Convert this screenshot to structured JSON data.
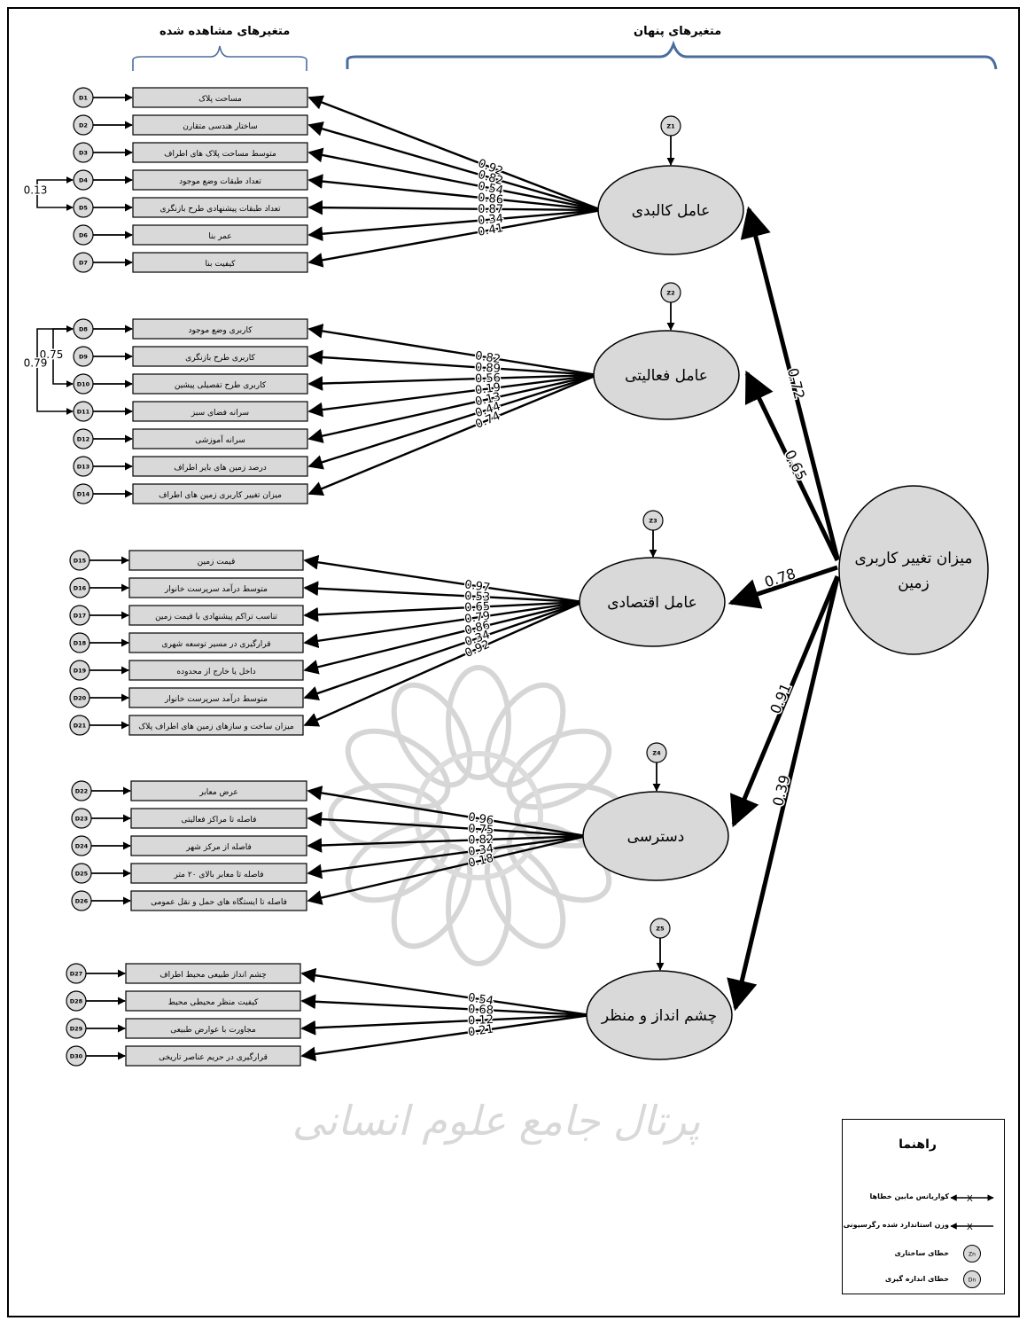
{
  "headers": {
    "observed": "متغیرهای مشاهده شده",
    "latent": "متغیرهای پنهان"
  },
  "central": {
    "line1": "میزان تغییر کاربری",
    "line2": "زمین"
  },
  "factors": [
    {
      "name": "عامل کالبدی",
      "z": "Z1",
      "path": "0.72",
      "boxes": [
        "مساحت پلاک",
        "ساختار هندسی متقارن",
        "متوسط مساحت پلاک های اطراف",
        "تعداد طبقات وضع موجود",
        "تعداد طبقات پیشنهادی طرح بازنگری",
        "عمر بنا",
        "کیفیت بنا"
      ],
      "loadings": [
        "0.92",
        "0.82",
        "0.54",
        "0.86",
        "0.87",
        "0.34",
        "0.41"
      ],
      "errors": [
        "D1",
        "D2",
        "D3",
        "D4",
        "D5",
        "D6",
        "D7"
      ]
    },
    {
      "name": "عامل فعالیتی",
      "z": "Z2",
      "path": "0.65",
      "boxes": [
        "کاربری وضع موجود",
        "کاربری طرح بازنگری",
        "کاربری طرح تفصیلی پیشین",
        "سرانه فضای سبز",
        "سرانه آموزشی",
        "درصد زمین های بایر اطراف",
        "میزان تغییر کاربری زمین های اطراف"
      ],
      "loadings": [
        "0.82",
        "0.89",
        "0.56",
        "0.19",
        "0.13",
        "0.44",
        "0.74"
      ],
      "errors": [
        "D8",
        "D9",
        "D10",
        "D11",
        "D12",
        "D13",
        "D14"
      ]
    },
    {
      "name": "عامل اقتصادی",
      "z": "Z3",
      "path": "0.78",
      "boxes": [
        "قیمت زمین",
        "متوسط درآمد سرپرست خانوار",
        "تناسب تراکم پیشنهادی با قیمت زمین",
        "قرارگیری در مسیر توسعه شهری",
        "داخل یا خارج از محدوده",
        "متوسط درآمد سرپرست خانوار",
        "میزان ساخت و سازهای زمین های اطراف پلاک"
      ],
      "loadings": [
        "0.97",
        "0.53",
        "0.65",
        "0.79",
        "0.86",
        "0.34",
        "0.92"
      ],
      "errors": [
        "D15",
        "D16",
        "D17",
        "D18",
        "D19",
        "D20",
        "D21"
      ]
    },
    {
      "name": "دسترسی",
      "z": "Z4",
      "path": "0.91",
      "boxes": [
        "عرض معابر",
        "فاصله تا مراکز فعالیتی",
        "فاصله از مرکز شهر",
        "فاصله تا معابر بالای ۲۰ متر",
        "فاصله تا ایستگاه های حمل و نقل عمومی"
      ],
      "loadings": [
        "0.96",
        "0.75",
        "0.82",
        "0.34",
        "0.18"
      ],
      "errors": [
        "D22",
        "D23",
        "D24",
        "D25",
        "D26"
      ]
    },
    {
      "name": "چشم انداز و منظر",
      "z": "Z5",
      "path": "0.39",
      "boxes": [
        "چشم انداز طبیعی محیط اطراف",
        "کیفیت منظر محیطی محیط",
        "مجاورت با عوارض طبیعی",
        "قرارگیری در حریم عناصر تاریخی"
      ],
      "loadings": [
        "0.54",
        "0.68",
        "0.12",
        "0.21"
      ],
      "errors": [
        "D27",
        "D28",
        "D29",
        "D30"
      ]
    }
  ],
  "covariances": [
    {
      "between": [
        "D4",
        "D5"
      ],
      "value": "0.13"
    },
    {
      "between": [
        "D8",
        "D10"
      ],
      "value": "0.75"
    },
    {
      "between": [
        "D8",
        "D11"
      ],
      "value": "0.79"
    }
  ],
  "legend": {
    "title": "راهنما",
    "covariance": "کواریانس مابین خطاها",
    "weight": "وزن استاندارد شده رگرسیونی",
    "structural": "خطای ساختاری",
    "measurement": "خطای اندازه گیری",
    "zn": "Zn",
    "dn": "Dn"
  },
  "watermark": "پرتال جامع علوم انسانی"
}
